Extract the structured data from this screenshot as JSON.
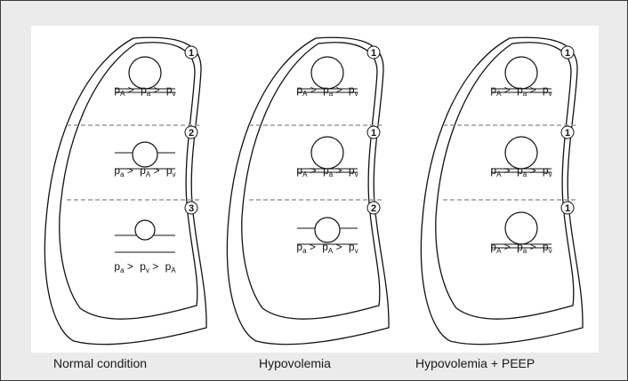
{
  "captions": [
    "Normal condition",
    "Hypovolemia",
    "Hypovolemia + PEEP"
  ],
  "panels": [
    {
      "name": "normal",
      "zones": [
        {
          "zone": "1",
          "order": [
            "A",
            "a",
            "v"
          ]
        },
        {
          "zone": "2",
          "order": [
            "a",
            "A",
            "v"
          ]
        },
        {
          "zone": "3",
          "order": [
            "a",
            "v",
            "A"
          ]
        }
      ]
    },
    {
      "name": "hypovolemia",
      "zones": [
        {
          "zone": "1",
          "order": [
            "A",
            "a",
            "v"
          ]
        },
        {
          "zone": "1",
          "order": [
            "A",
            "a",
            "v"
          ]
        },
        {
          "zone": "2",
          "order": [
            "a",
            "A",
            "v"
          ]
        }
      ]
    },
    {
      "name": "hypovolemia-peep",
      "zones": [
        {
          "zone": "1",
          "order": [
            "A",
            "a",
            "v"
          ]
        },
        {
          "zone": "1",
          "order": [
            "A",
            "a",
            "v"
          ]
        },
        {
          "zone": "1",
          "order": [
            "A",
            "a",
            "v"
          ]
        }
      ]
    }
  ]
}
